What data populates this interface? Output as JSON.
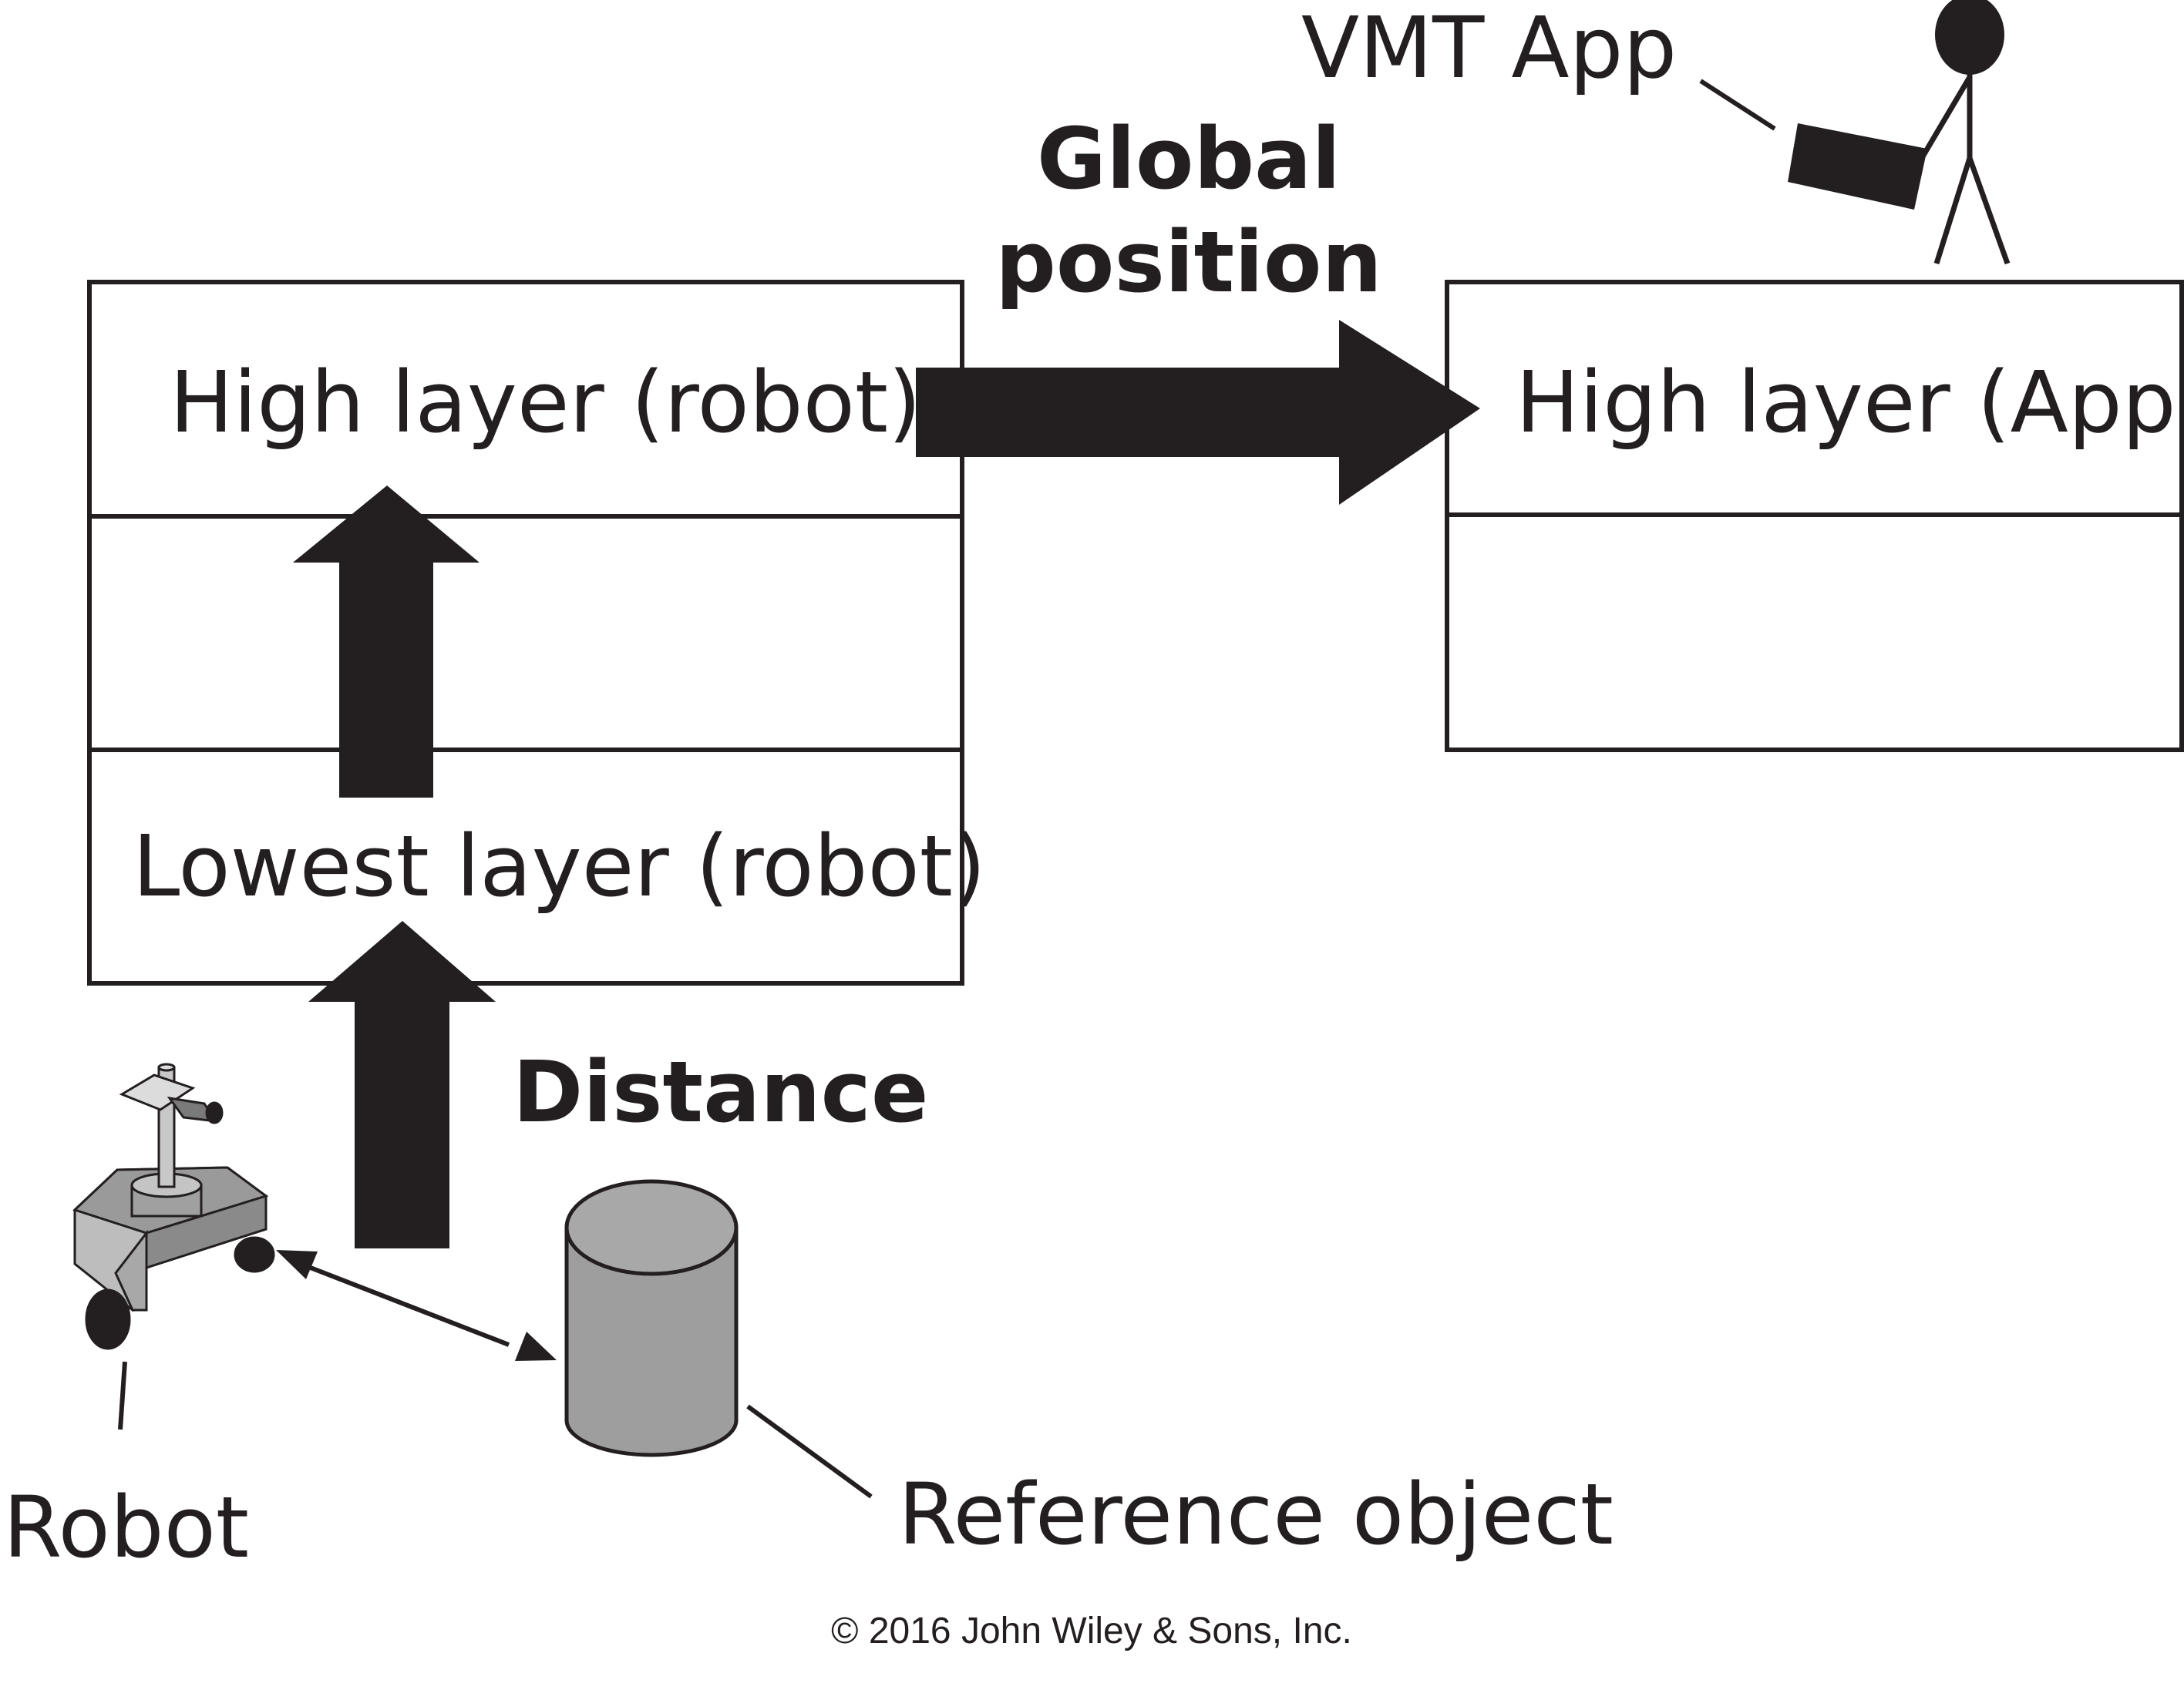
{
  "labels": {
    "vmt_app": "VMT App",
    "global_position": [
      "Global",
      "position"
    ],
    "high_layer_robot": "High layer (robot)",
    "high_layer_app": "High layer (App)",
    "lowest_layer_robot": "Lowest layer (robot)",
    "distance": "Distance",
    "robot": "Robot",
    "reference_object": "Reference object"
  },
  "copyright": "© 2016 John Wiley & Sons, Inc.",
  "colors": {
    "ink": "#231f20",
    "object_gray": "#9e9e9e",
    "robot_gray": "#a8a8a8"
  }
}
